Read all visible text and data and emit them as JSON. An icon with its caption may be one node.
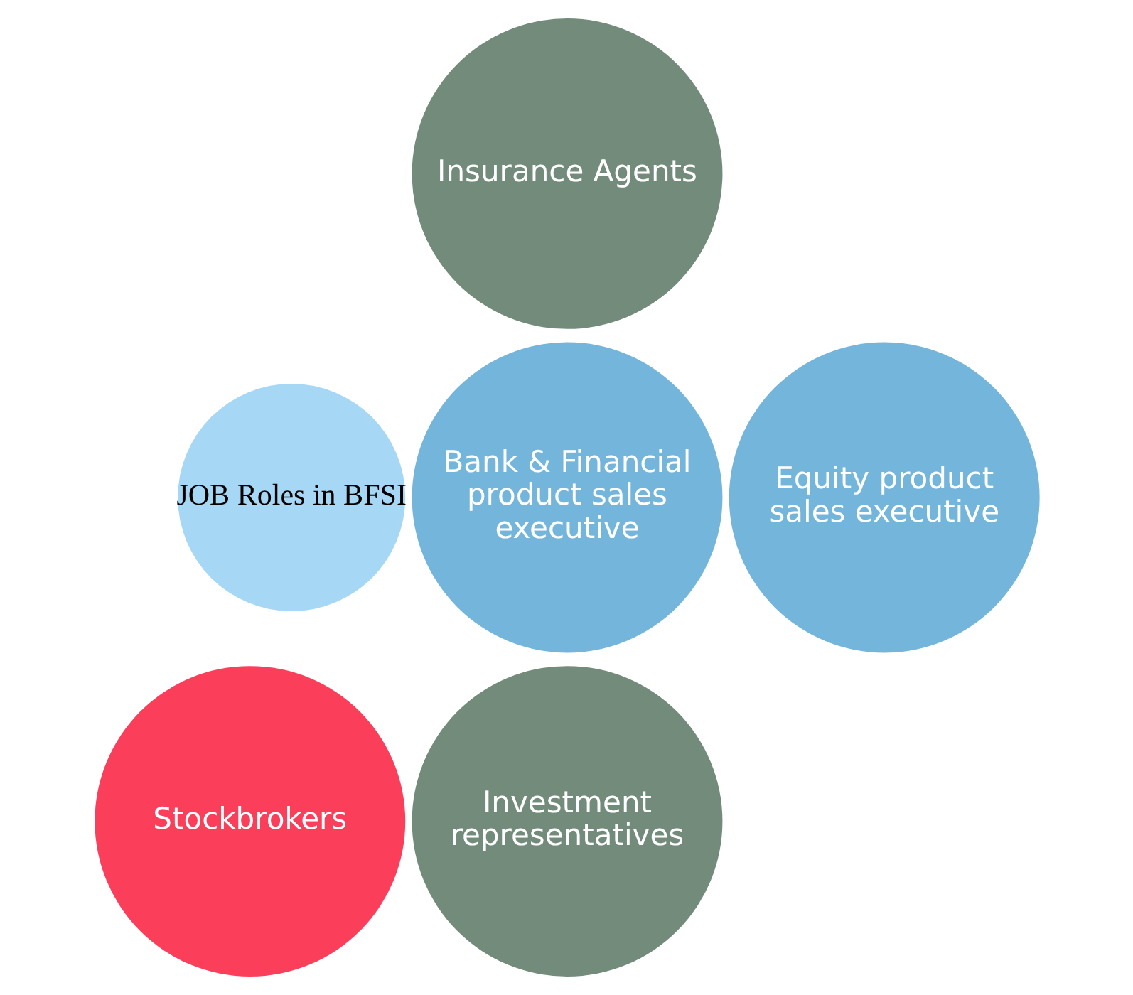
{
  "diagram": {
    "nodes": [
      {
        "text": [
          "JOB Roles in BFSI"
        ]
      },
      {
        "text": [
          "Insurance Agents"
        ]
      },
      {
        "text": [
          "Bank & Financial product sales executive"
        ]
      },
      {
        "text": [
          "Equity product sales executive"
        ]
      },
      {
        "text": [
          "Stockbrokers"
        ]
      },
      {
        "text": [
          "Investment representatives"
        ]
      }
    ]
  }
}
